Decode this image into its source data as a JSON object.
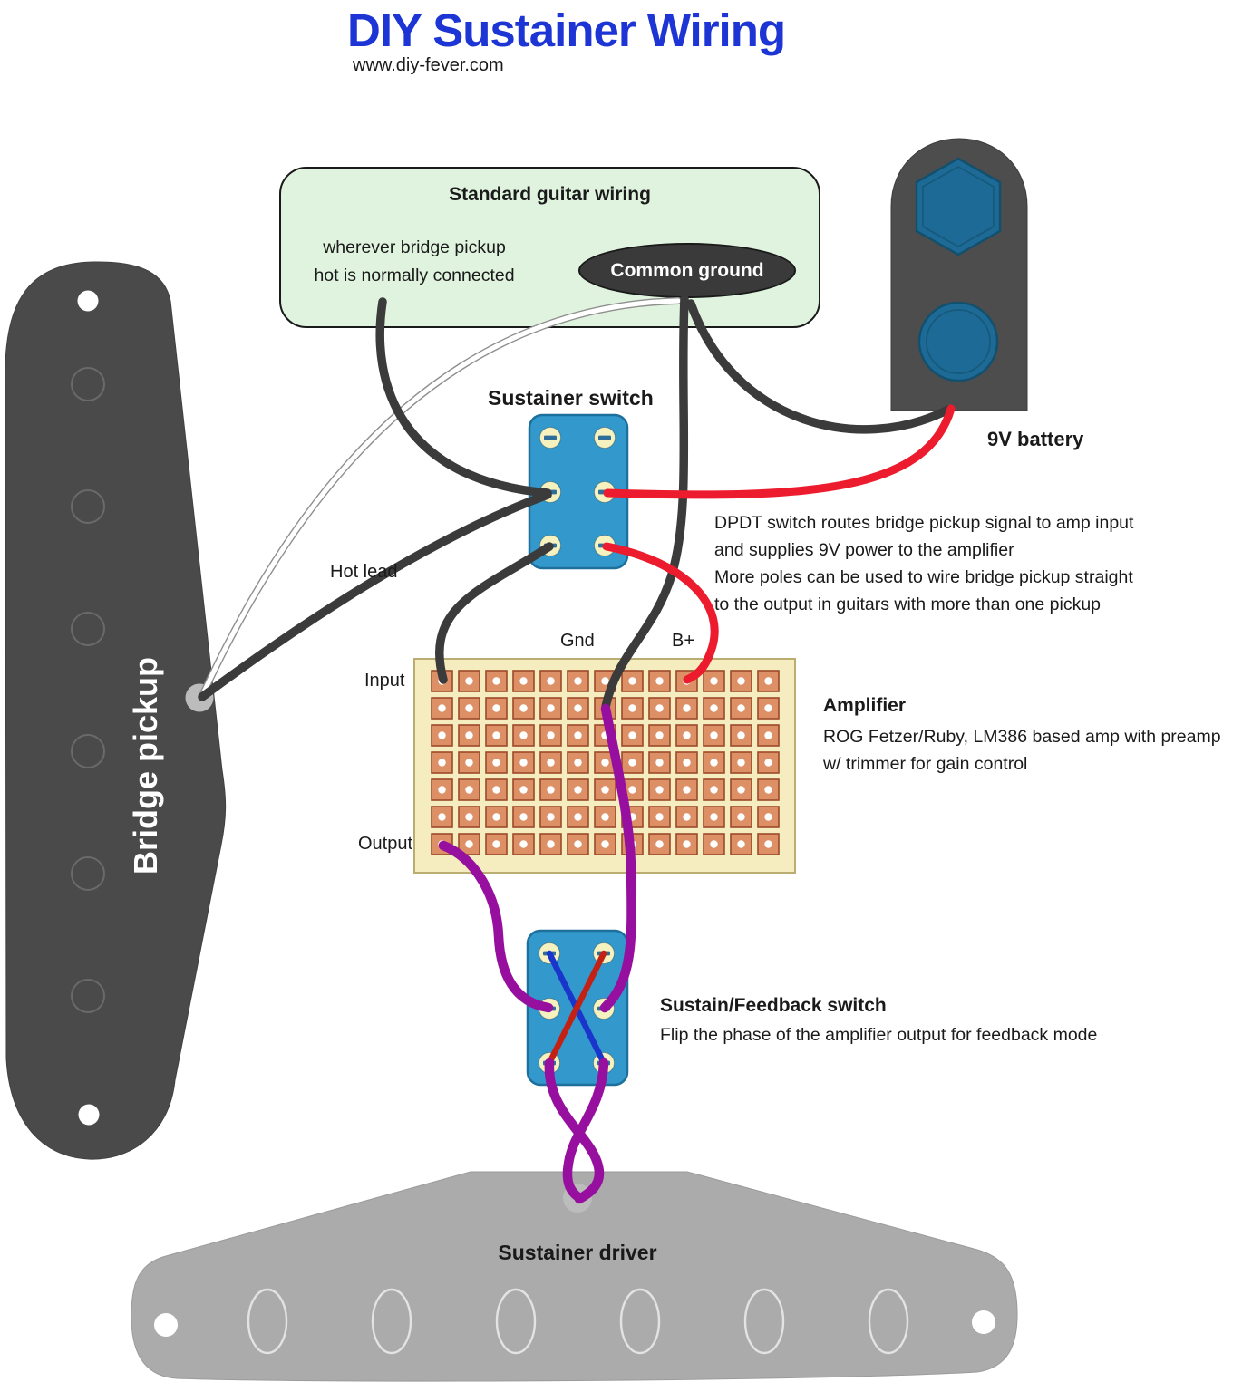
{
  "page": {
    "title": "DIY Sustainer Wiring",
    "subtitle": "www.diy-fever.com"
  },
  "standard_wiring_box": {
    "title": "Standard guitar wiring",
    "note": "wherever bridge pickup\nhot is normally connected",
    "common_ground_label": "Common ground"
  },
  "battery": {
    "label": "9V battery"
  },
  "sustainer_switch": {
    "label": "Sustainer switch",
    "description": "DPDT switch routes bridge pickup signal to amp input\nand supplies 9V power to the amplifier\nMore poles can be used to wire bridge pickup straight\nto the output in guitars with more than one pickup"
  },
  "bridge_pickup": {
    "label": "Bridge pickup",
    "hot_lead_label": "Hot lead",
    "pole_count": 6
  },
  "amplifier": {
    "label": "Amplifier",
    "description": "ROG Fetzer/Ruby, LM386 based amp with preamp\nw/ trimmer for gain control",
    "pin_labels": {
      "gnd": "Gnd",
      "bplus": "B+",
      "input": "Input",
      "output": "Output"
    },
    "perfboard": {
      "cols": 13,
      "rows": 7
    }
  },
  "feedback_switch": {
    "label": "Sustain/Feedback switch",
    "description": "Flip the phase of the amplifier output for feedback mode"
  },
  "sustainer_driver": {
    "label": "Sustainer driver",
    "pole_count": 6
  },
  "colors": {
    "title_blue": "#1c35d4",
    "box_green": "#dff3df",
    "ground_dark": "#3a3a3a",
    "battery_gray": "#4d4d4d",
    "battery_blue": "#1e6a96",
    "switch_blue": "#3398cb",
    "lug_cream": "#f6f2c0",
    "slot_blue": "#2d6f99",
    "board_tan": "#f5ecc0",
    "pad_copper": "#dd8f66",
    "pad_border": "#9c4a28",
    "wire_black": "#3b3b3b",
    "wire_red": "#ec1b2d",
    "wire_purple": "#970f9f",
    "cross_red": "#c32114",
    "cross_blue": "#1935cc",
    "pickup_gray": "#4a4a4a",
    "driver_gray": "#ababab",
    "text_dark": "#1a1a1a"
  }
}
